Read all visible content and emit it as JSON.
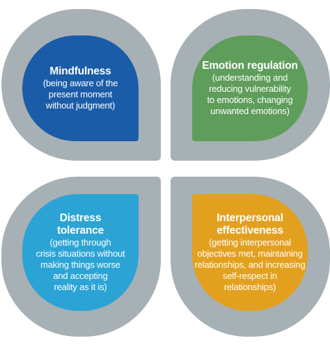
{
  "quadrants": [
    {
      "title": [
        "Mindfulness"
      ],
      "description": [
        "(being aware of the",
        "present moment",
        "without judgment)"
      ],
      "color": "#1a5ca8"
    },
    {
      "title": [
        "Emotion regulation"
      ],
      "description": [
        "(understanding and",
        "reducing vulnerability",
        "to emotions, changing",
        "unwanted emotions)"
      ],
      "color": "#5f9d5b"
    },
    {
      "title": [
        "Distress",
        "tolerance"
      ],
      "description": [
        "(getting through",
        "crisis situations without",
        "making things worse",
        "and accepting",
        "reality as it is)"
      ],
      "color": "#2ba4d5"
    },
    {
      "title": [
        "Interpersonal",
        "effectiveness"
      ],
      "description": [
        "(getting interpersonal",
        "objectives met, maintaining",
        "relationships, and increasing",
        "self-respect in",
        "relationships)"
      ],
      "color": "#e3a01f"
    }
  ],
  "frame_color": "#a7b0b5"
}
